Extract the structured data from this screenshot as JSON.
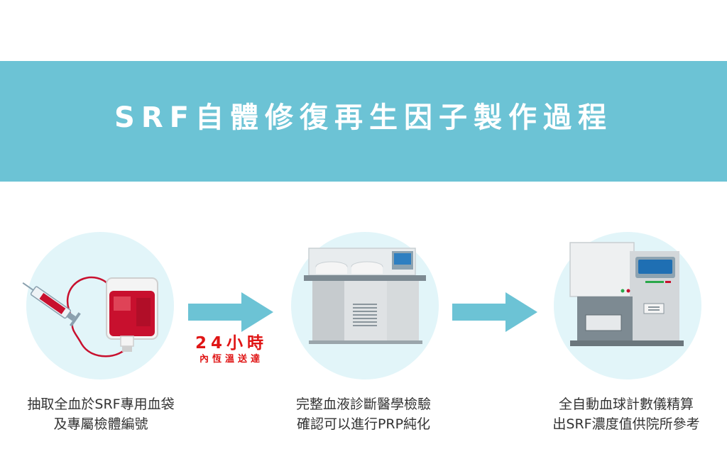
{
  "title": "SRF自體修復再生因子製作過程",
  "colors": {
    "banner": "#6cc3d5",
    "circle": "#e2f5f9",
    "arrow": "#6cc3d5",
    "note": "#e01515"
  },
  "steps": [
    {
      "icon": "blood-bag-icon",
      "caption_line1": "抽取全血於SRF專用血袋",
      "caption_line2": "及專屬檢體編號"
    },
    {
      "icon": "lab-analyzer-icon",
      "caption_line1": "完整血液診斷醫學檢驗",
      "caption_line2": "確認可以進行PRP純化"
    },
    {
      "icon": "blood-counter-icon",
      "caption_line1": "全自動血球計數儀精算",
      "caption_line2": "出SRF濃度值供院所參考"
    }
  ],
  "transport_note": {
    "line1": "24小時",
    "line2": "內恆溫送達"
  }
}
